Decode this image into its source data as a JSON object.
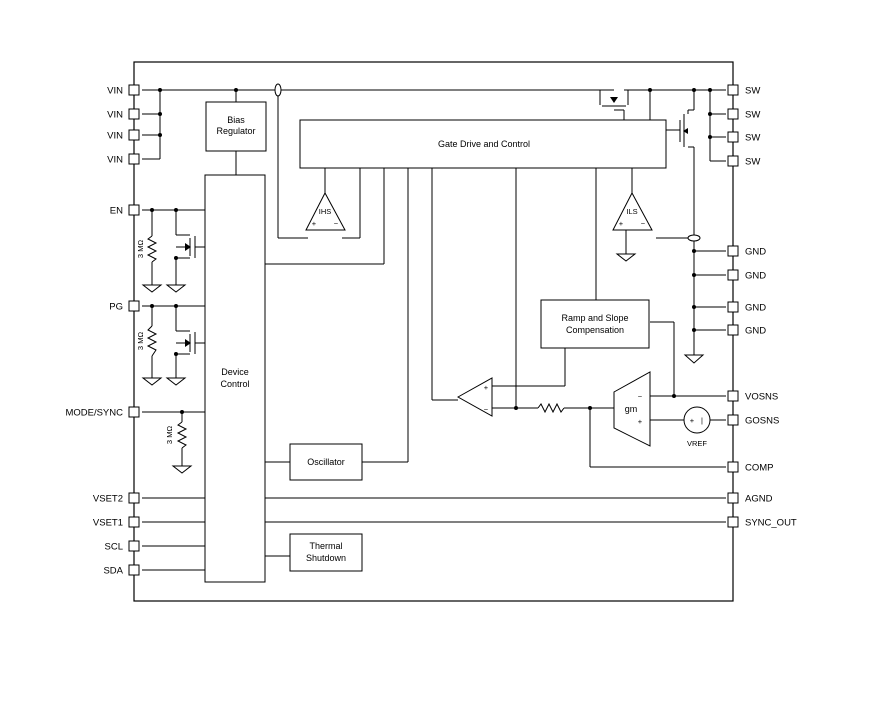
{
  "pins_left": [
    {
      "id": "vin1",
      "label": "VIN"
    },
    {
      "id": "vin2",
      "label": "VIN"
    },
    {
      "id": "vin3",
      "label": "VIN"
    },
    {
      "id": "vin4",
      "label": "VIN"
    },
    {
      "id": "en",
      "label": "EN"
    },
    {
      "id": "pg",
      "label": "PG"
    },
    {
      "id": "mode",
      "label": "MODE/SYNC"
    },
    {
      "id": "vset2",
      "label": "VSET2"
    },
    {
      "id": "vset1",
      "label": "VSET1"
    },
    {
      "id": "scl",
      "label": "SCL"
    },
    {
      "id": "sda",
      "label": "SDA"
    }
  ],
  "pins_right": [
    {
      "id": "sw1",
      "label": "SW"
    },
    {
      "id": "sw2",
      "label": "SW"
    },
    {
      "id": "sw3",
      "label": "SW"
    },
    {
      "id": "sw4",
      "label": "SW"
    },
    {
      "id": "gnd1",
      "label": "GND"
    },
    {
      "id": "gnd2",
      "label": "GND"
    },
    {
      "id": "gnd3",
      "label": "GND"
    },
    {
      "id": "gnd4",
      "label": "GND"
    },
    {
      "id": "vosns",
      "label": "VOSNS"
    },
    {
      "id": "gosns",
      "label": "GOSNS"
    },
    {
      "id": "comp",
      "label": "COMP"
    },
    {
      "id": "agnd",
      "label": "AGND"
    },
    {
      "id": "sync_out",
      "label": "SYNC_OUT"
    }
  ],
  "blocks": {
    "bias_line1": "Bias",
    "bias_line2": "Regulator",
    "gate": "Gate Drive and Control",
    "device_line1": "Device",
    "device_line2": "Control",
    "ramp_line1": "Ramp and Slope",
    "ramp_line2": "Compensation",
    "osc": "Oscillator",
    "thermal_line1": "Thermal",
    "thermal_line2": "Shutdown"
  },
  "symbols": {
    "ihs": "IHS",
    "ils": "ILS",
    "gm": "gm",
    "vref": "VREF",
    "plus": "+",
    "minus": "−",
    "res_en": "3 MΩ",
    "res_pg": "3 MΩ",
    "res_mode": "3 MΩ"
  }
}
